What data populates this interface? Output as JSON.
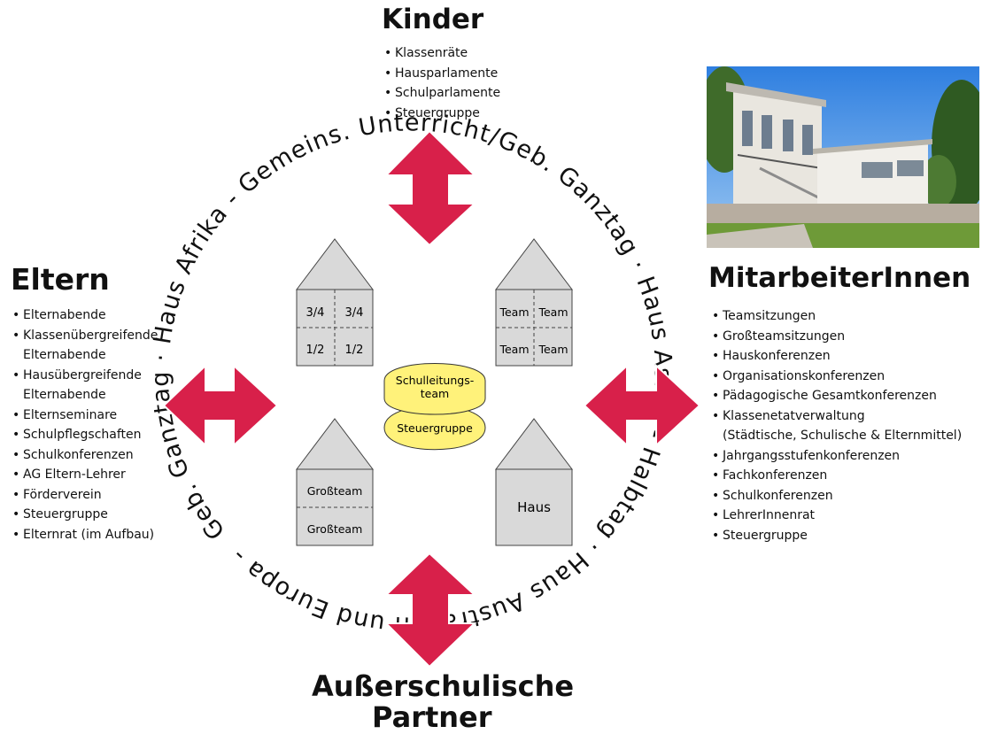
{
  "kinder": {
    "title": "Kinder",
    "items": [
      "Klassenräte",
      "Hausparlamente",
      "Schulparlamente",
      "Steuergruppe"
    ]
  },
  "eltern": {
    "title": "Eltern",
    "items": [
      "Elternabende",
      "Klassenübergreifende",
      "Elternabende",
      "Hausübergreifende",
      "Elternabende",
      "Elternseminare",
      "Schulpflegschaften",
      "Schulkonferenzen",
      "AG Eltern-Lehrer",
      "Förderverein",
      "Steuergruppe",
      "Elternrat (im Aufbau)"
    ],
    "bullets": [
      true,
      true,
      false,
      true,
      false,
      true,
      true,
      true,
      true,
      true,
      true,
      true
    ]
  },
  "mitarbeiter": {
    "title": "MitarbeiterInnen",
    "items": [
      "Teamsitzungen",
      "Großteamsitzungen",
      "Hauskonferenzen",
      "Organisationskonferenzen",
      "Pädagogische Gesamtkonferenzen",
      "Klassenetatverwaltung",
      "(Städtische, Schulische & Elternmittel)",
      "Jahrgangsstufenkonferenzen",
      "Fachkonferenzen",
      "Schulkonferenzen",
      "LehrerInnenrat",
      "Steuergruppe"
    ],
    "bullets": [
      true,
      true,
      true,
      true,
      true,
      true,
      false,
      true,
      true,
      true,
      true,
      true
    ]
  },
  "partner": {
    "title_line1": "Außerschulische",
    "title_line2": "Partner"
  },
  "ring": {
    "text": "Geb. Ganztag · Haus Afrika - Gemeins. Unterricht/Geb. Ganztag · Haus Asien - Halbtag · Haus Australien und Europa - "
  },
  "houses": {
    "top_left": [
      "3/4",
      "3/4",
      "1/2",
      "1/2"
    ],
    "top_right": [
      "Team",
      "Team",
      "Team",
      "Team"
    ],
    "bottom_left": [
      "Großteam",
      "Großteam"
    ],
    "bottom_right": "Haus"
  },
  "center": {
    "top_line1": "Schulleitungs-",
    "top_line2": "team",
    "bottom": "Steuergruppe"
  },
  "colors": {
    "arrow": "#d8204a",
    "house_fill": "#d9d9d9",
    "center_fill": "#fff27a",
    "sky": "#4a8fe0"
  },
  "photo": {
    "icon": "school-building-photo"
  }
}
